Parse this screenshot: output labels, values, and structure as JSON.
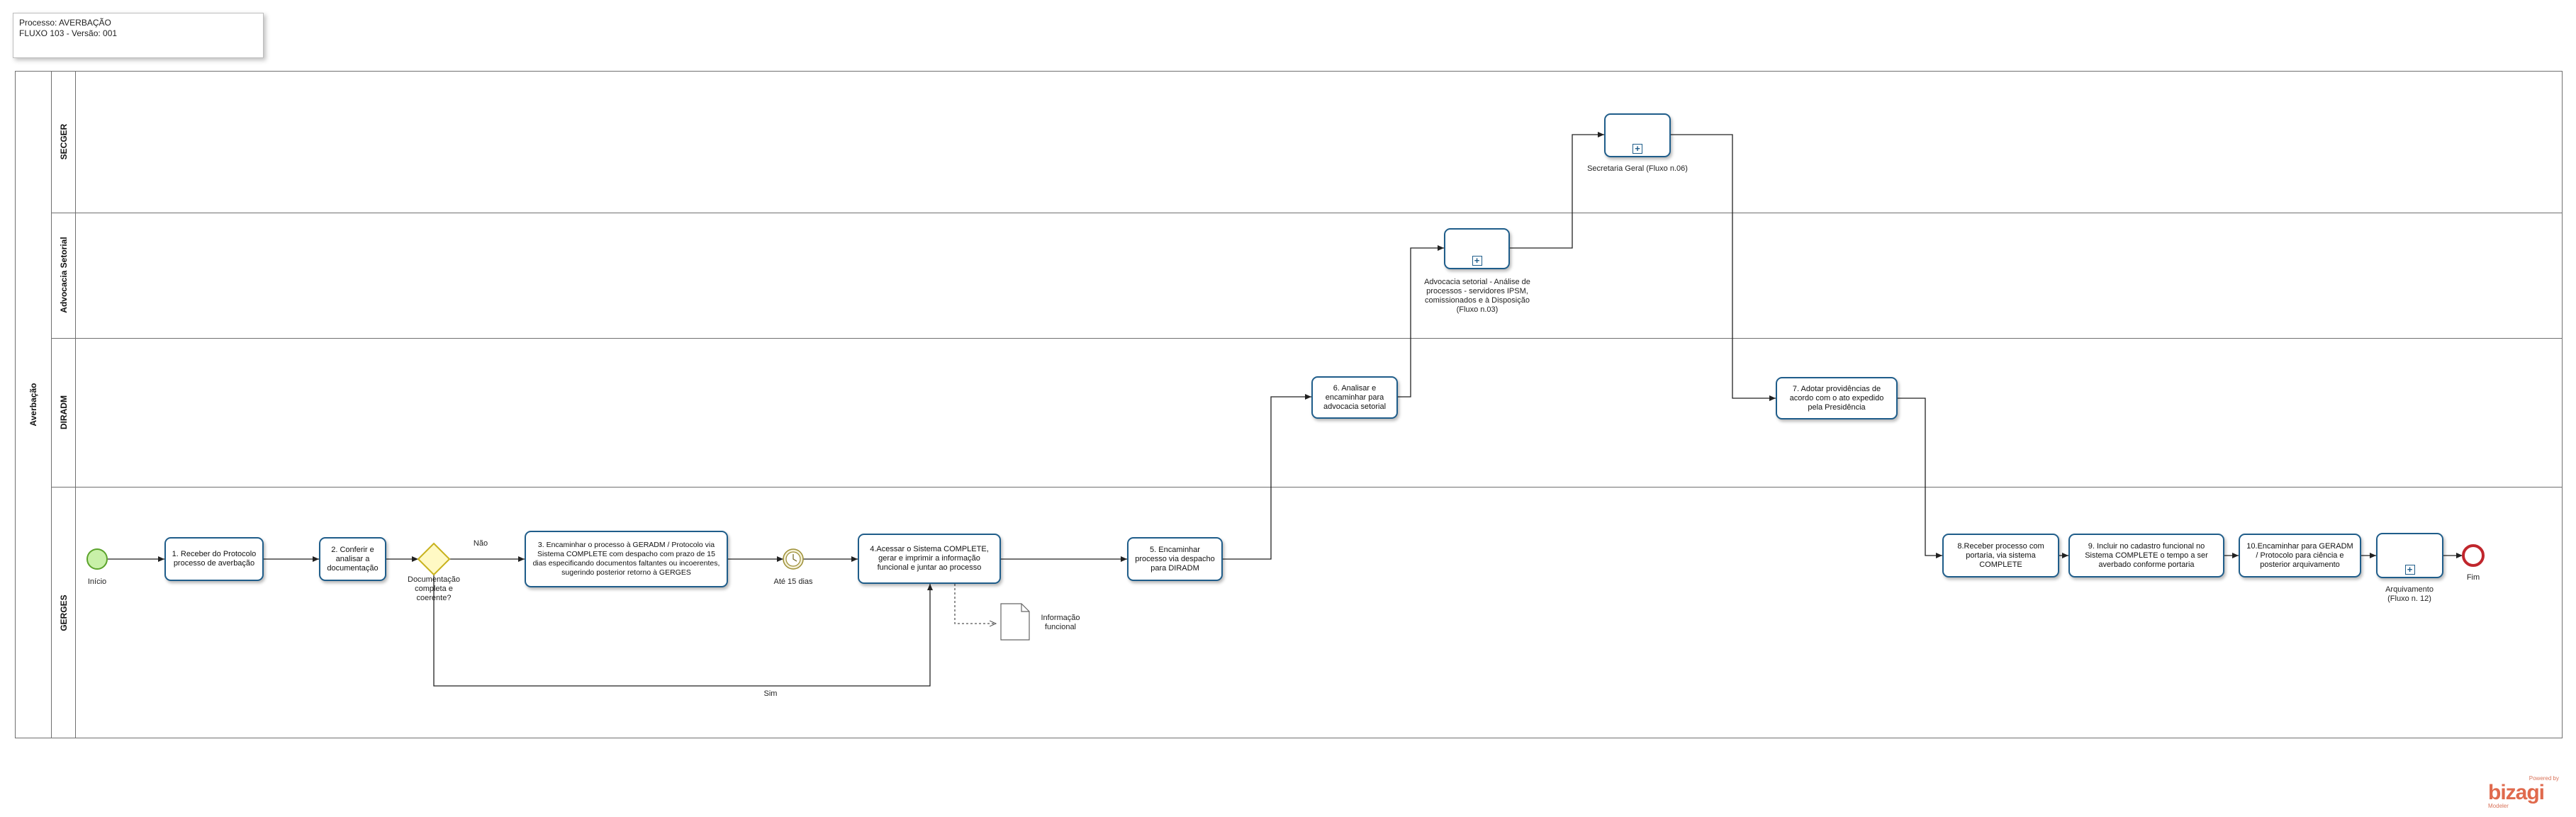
{
  "header": {
    "process": "Processo: AVERBAÇÃO",
    "flow": "FLUXO 103 - Versão: 001"
  },
  "pool": {
    "name": "Averbação"
  },
  "lanes": {
    "secger": "SECGER",
    "advocacia": "Advocacia Setorial",
    "diradm": "DIRADM",
    "gerges": "GERGES"
  },
  "events": {
    "start": "Início",
    "timer": "Até 15 dias",
    "end": "Fim"
  },
  "gateway": {
    "label": [
      "Documentação",
      "completa e",
      "coerente?"
    ],
    "no": "Não",
    "yes": "Sim"
  },
  "tasks": {
    "t1": "1. Receber do Protocolo processo de averbação",
    "t2": "2. Conferir e analisar a documentação",
    "t3": "3. Encaminhar o processo à GERADM / Protocolo via Sistema COMPLETE com despacho com prazo de 15 dias especificando documentos faltantes ou incoerentes, sugerindo posterior retorno à GERGES",
    "t4": "4.Acessar o Sistema COMPLETE, gerar e imprimir a informação funcional e juntar ao processo",
    "t5": "5. Encaminhar processo via despacho para DIRADM",
    "t6": "6. Analisar e encaminhar para advocacia setorial",
    "t7": "7. Adotar providências de acordo com o ato expedido pela Presidência",
    "t8": "8.Receber processo com portaria, via sistema COMPLETE",
    "t9": "9. Incluir no cadastro funcional no Sistema COMPLETE o tempo a ser averbado conforme portaria",
    "t10": "10.Encaminhar para GERADM / Protocolo para ciência e posterior arquivamento"
  },
  "subprocesses": {
    "advocacia": [
      "Advocacia setorial - Análise de",
      "processos - servidores IPSM,",
      "comissionados e à Disposição",
      "(Fluxo n.03)"
    ],
    "secretaria": [
      "Secretaria Geral (Fluxo n.06)"
    ],
    "arquivamento": [
      "Arquivamento",
      "(Fluxo n. 12)"
    ]
  },
  "artifact": {
    "label": [
      "Informação",
      "funcional"
    ]
  },
  "logo": {
    "small": "Powered by",
    "main": "bizagi",
    "sub": "Modeler"
  },
  "colors": {
    "task_border": "#1f5d8a",
    "start_fill": "#c8f0a8",
    "start_stroke": "#5ba32b",
    "end_stroke": "#c0262c",
    "gateway_fill": "#fff9c4",
    "gateway_stroke": "#c8b21e",
    "timer_stroke": "#9c8e33",
    "logo": "#e06a4d"
  }
}
